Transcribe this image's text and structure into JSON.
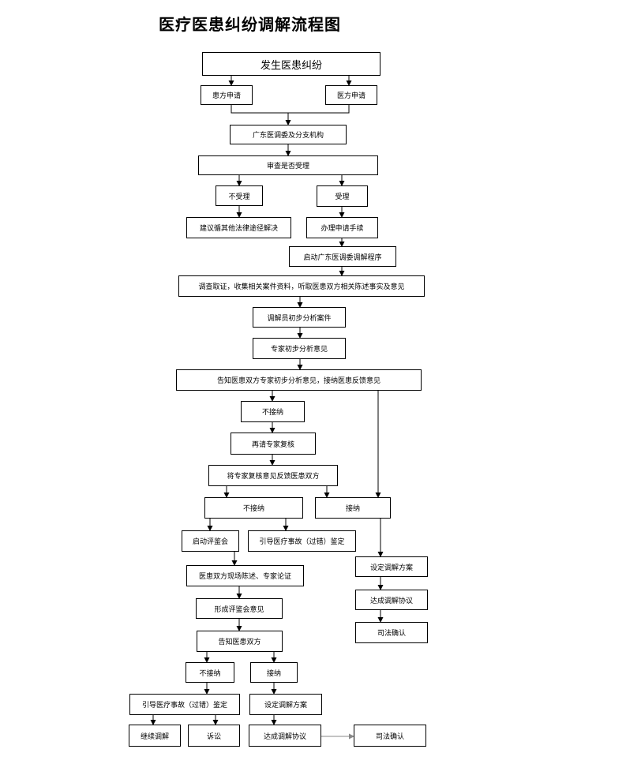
{
  "title": "医疗医患纠纷调解流程图",
  "nodes": {
    "n1": "发生医患纠纷",
    "n2": "患方申请",
    "n3": "医方申请",
    "n4": "广东医调委及分支机构",
    "n5": "审查是否受理",
    "n6": "不受理",
    "n7": "受理",
    "n8": "建议循其他法律途径解决",
    "n9": "办理申请手续",
    "n10": "启动广东医调委调解程序",
    "n11": "调查取证，收集相关案件资料，听取医患双方相关陈述事实及意见",
    "n12": "调解员初步分析案件",
    "n13": "专家初步分析意见",
    "n14": "告知医患双方专家初步分析意见，接纳医患反馈意见",
    "n15": "不接纳",
    "n16": "再请专家复核",
    "n17": "将专家复核意见反馈医患双方",
    "n18": "不接纳",
    "n19": "接纳",
    "n20": "启动评鉴会",
    "n21": "引导医疗事故（过错）鉴定",
    "n22": "设定调解方案",
    "n23": "医患双方现场陈述、专家论证",
    "n24": "达成调解协议",
    "n25": "形成评鉴会意见",
    "n26": "司法确认",
    "n27": "告知医患双方",
    "n28": "不接纳",
    "n29": "接纳",
    "n30": "引导医疗事故（过错）鉴定",
    "n31": "设定调解方案",
    "n32": "继续调解",
    "n33": "诉讼",
    "n34": "达成调解协议",
    "n35": "司法确认"
  }
}
